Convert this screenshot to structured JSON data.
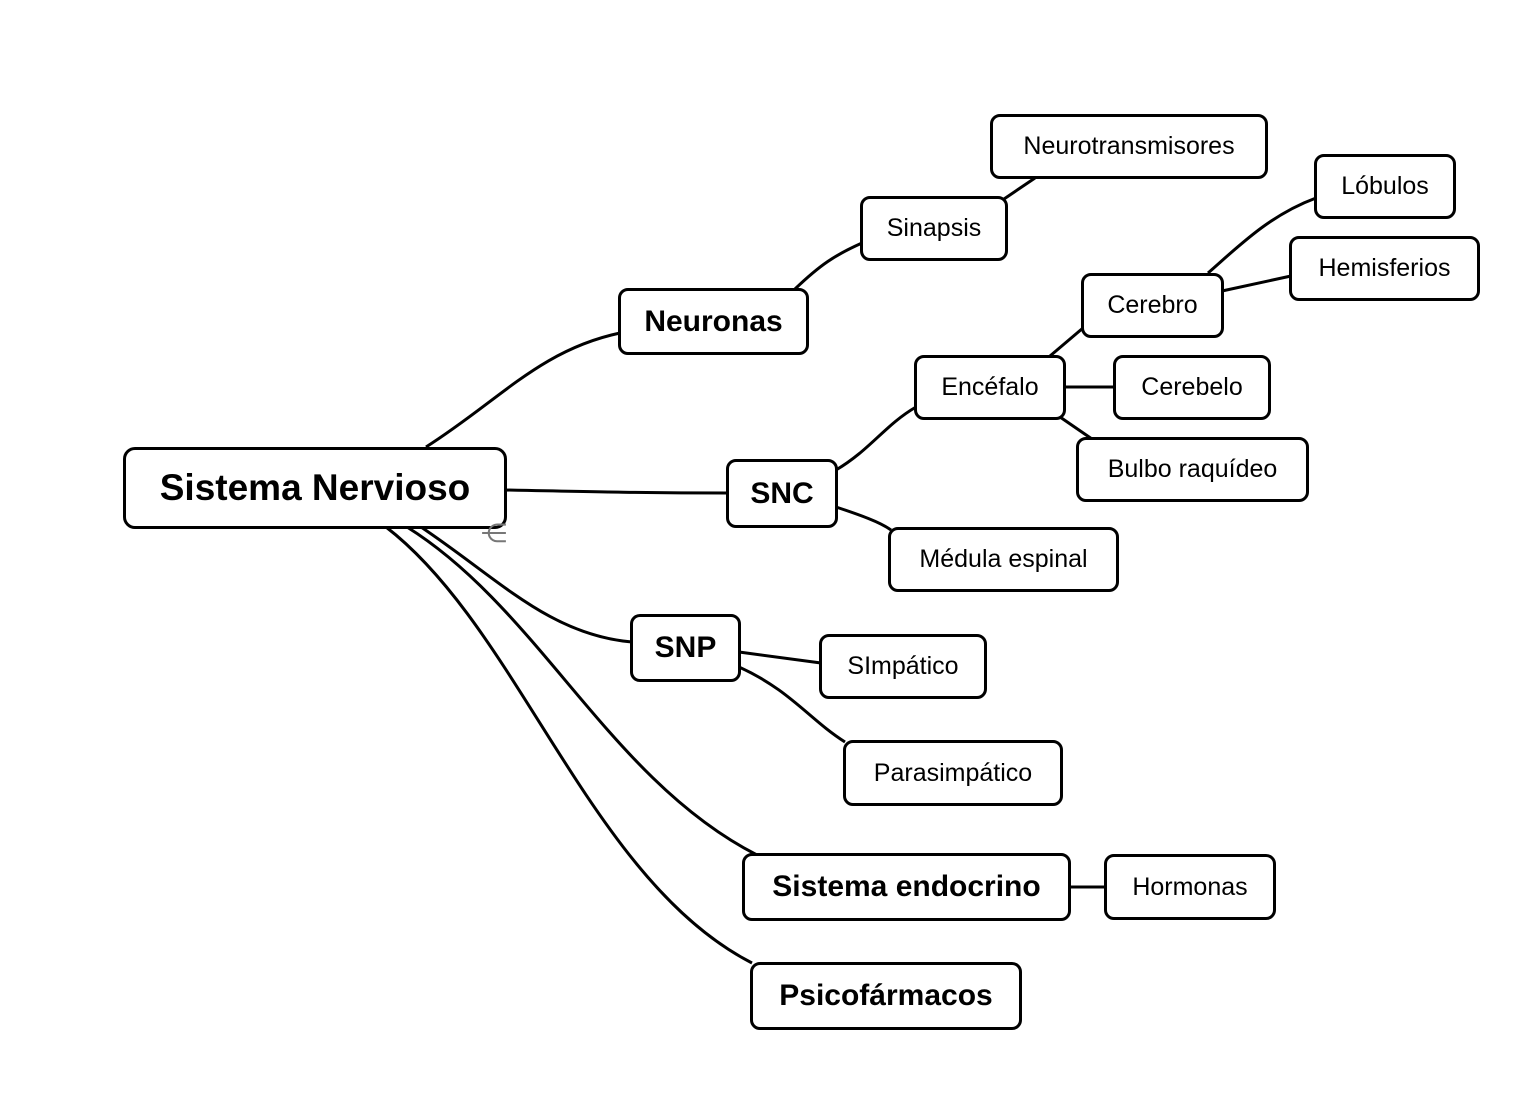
{
  "map": {
    "root": {
      "id": "root",
      "label": "Sistema Nervioso"
    },
    "collapse_icon": "⋲",
    "nodes": [
      {
        "id": "neuronas",
        "label": "Neuronas",
        "parent": "root",
        "level": "main"
      },
      {
        "id": "sinapsis",
        "label": "Sinapsis",
        "parent": "neuronas",
        "level": "sub"
      },
      {
        "id": "neurotransmisores",
        "label": "Neurotransmisores",
        "parent": "sinapsis",
        "level": "sub"
      },
      {
        "id": "snc",
        "label": "SNC",
        "parent": "root",
        "level": "main"
      },
      {
        "id": "encefalo",
        "label": "Encéfalo",
        "parent": "snc",
        "level": "sub"
      },
      {
        "id": "cerebro",
        "label": "Cerebro",
        "parent": "encefalo",
        "level": "sub"
      },
      {
        "id": "lobulos",
        "label": "Lóbulos",
        "parent": "cerebro",
        "level": "sub"
      },
      {
        "id": "hemisferios",
        "label": "Hemisferios",
        "parent": "cerebro",
        "level": "sub"
      },
      {
        "id": "cerebelo",
        "label": "Cerebelo",
        "parent": "encefalo",
        "level": "sub"
      },
      {
        "id": "bulbo",
        "label": "Bulbo raquídeo",
        "parent": "encefalo",
        "level": "sub"
      },
      {
        "id": "medula",
        "label": "Médula espinal",
        "parent": "snc",
        "level": "sub"
      },
      {
        "id": "snp",
        "label": "SNP",
        "parent": "root",
        "level": "main"
      },
      {
        "id": "simpatico",
        "label": "SImpático",
        "parent": "snp",
        "level": "sub"
      },
      {
        "id": "parasimpatico",
        "label": "Parasimpático",
        "parent": "snp",
        "level": "sub"
      },
      {
        "id": "endocrino",
        "label": "Sistema endocrino",
        "parent": "root",
        "level": "main"
      },
      {
        "id": "hormonas",
        "label": "Hormonas",
        "parent": "endocrino",
        "level": "sub"
      },
      {
        "id": "psicofarmacos",
        "label": "Psicofármacos",
        "parent": "root",
        "level": "main"
      }
    ]
  }
}
